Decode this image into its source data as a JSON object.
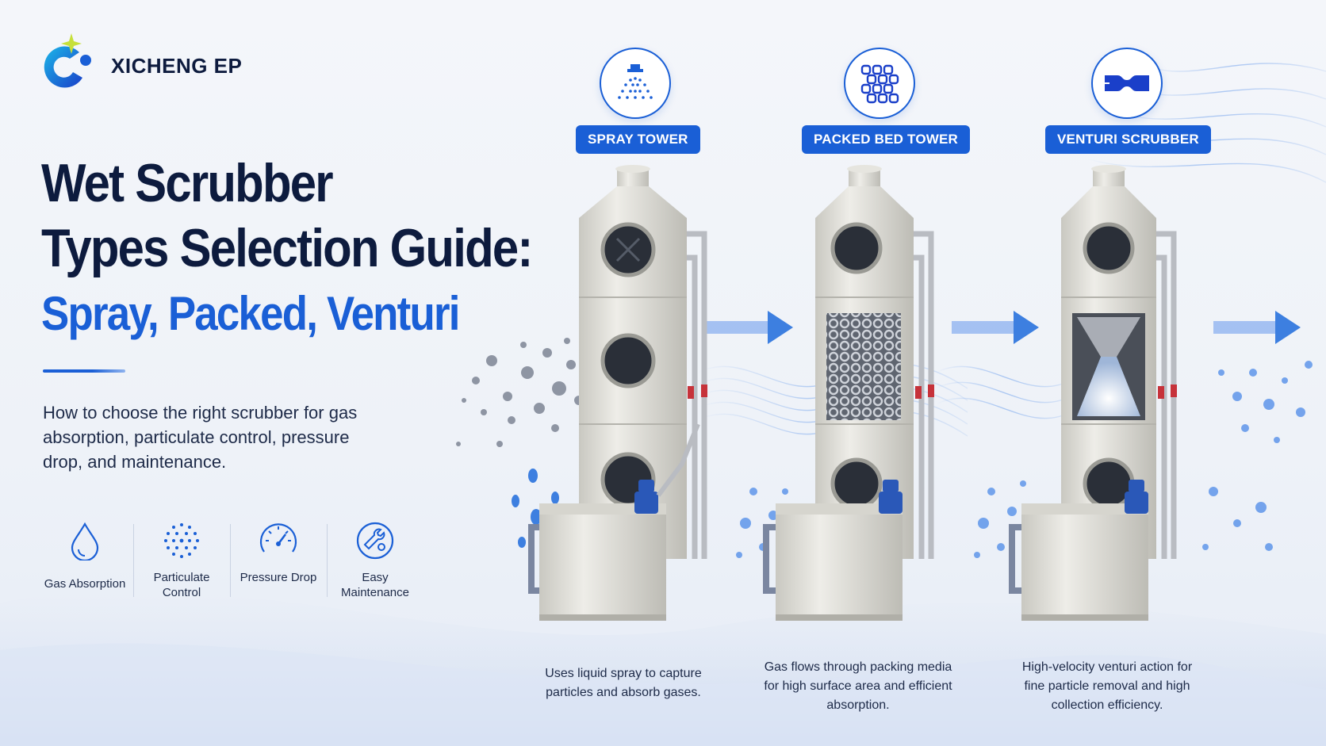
{
  "brand": {
    "name": "XICHENG EP"
  },
  "title": {
    "line1": "Wet Scrubber",
    "line2": "Types Selection Guide:",
    "line3": "Spray, Packed, Venturi"
  },
  "subtitle": "How to choose the right scrubber for gas absorption, particulate control, pressure drop, and maintenance.",
  "features": [
    {
      "icon": "water-drop-icon",
      "label": "Gas Absorption"
    },
    {
      "icon": "particle-dots-icon",
      "label": "Particulate Control"
    },
    {
      "icon": "gauge-icon",
      "label": "Pressure Drop"
    },
    {
      "icon": "wrench-gear-icon",
      "label": "Easy Maintenance"
    }
  ],
  "towers": [
    {
      "icon": "spray-nozzle-icon",
      "label": "SPRAY TOWER",
      "description": "Uses liquid spray to capture particles and absorb gases."
    },
    {
      "icon": "packing-media-icon",
      "label": "PACKED BED TOWER",
      "description": "Gas flows through packing media for high surface area and efficient absorption."
    },
    {
      "icon": "venturi-throat-icon",
      "label": "VENTURI SCRUBBER",
      "description": "High-velocity venturi action for fine particle removal and high collection efficiency."
    }
  ],
  "colors": {
    "primary": "#1a5fd6",
    "navy": "#0d1b3e",
    "tower_body": "#e3e2dc",
    "water": "#3d7fe0"
  }
}
